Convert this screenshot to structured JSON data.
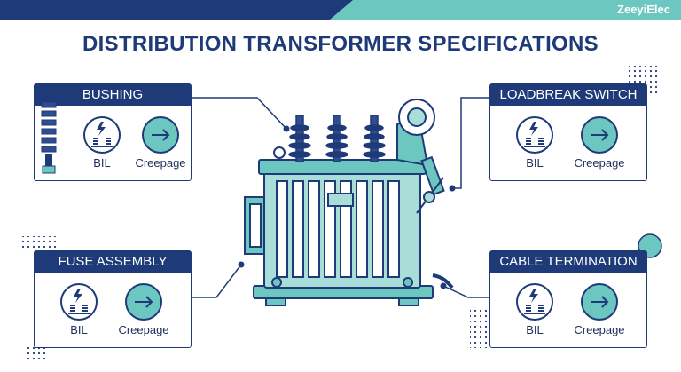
{
  "header": {
    "brand": "ZeeyiElec"
  },
  "title": "DISTRIBUTION TRANSFORMER SPECIFICATIONS",
  "cards": {
    "bushing": {
      "title": "BUSHING",
      "bil_label": "BIL",
      "creepage_label": "Creepage"
    },
    "loadbreak": {
      "title": "LOADBREAK SWITCH",
      "bil_label": "BIL",
      "creepage_label": "Creepage"
    },
    "fuse": {
      "title": "FUSE ASSEMBLY",
      "bil_label": "BIL",
      "creepage_label": "Creepage"
    },
    "cable": {
      "title": "CABLE TERMINATION",
      "bil_label": "BIL",
      "creepage_label": "Creepage"
    }
  },
  "icons": {
    "bil": "bil-lightning-insulator-icon",
    "creepage": "arrow-right-icon"
  },
  "colors": {
    "navy": "#1f3a78",
    "teal": "#6cc7c0",
    "light_teal": "#a8ddd8"
  }
}
